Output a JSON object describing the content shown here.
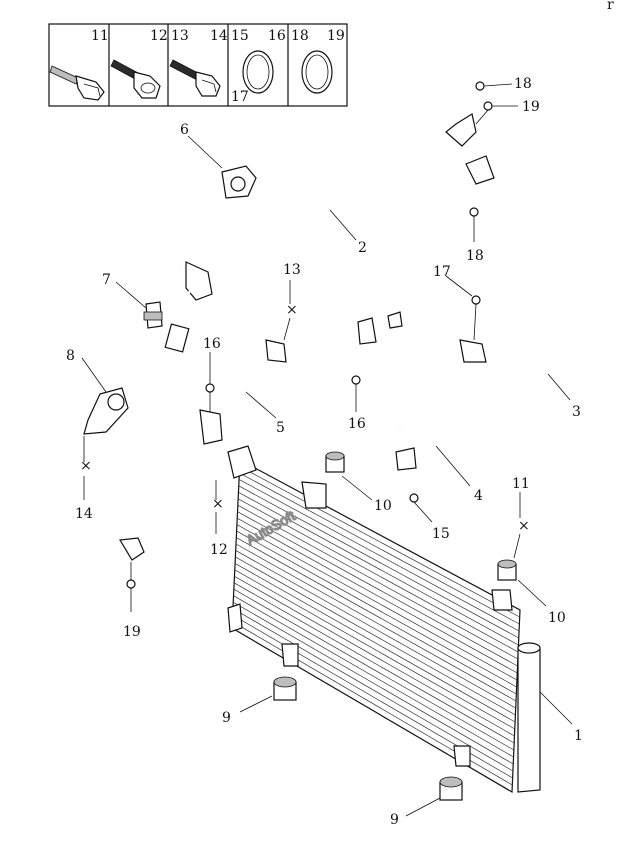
{
  "diagram": {
    "type": "exploded-parts-diagram",
    "watermark": "AutoSoft",
    "corner_mark": "r",
    "legend": [
      {
        "id": "11"
      },
      {
        "id": "12"
      },
      {
        "id": "13"
      },
      {
        "id": "14"
      },
      {
        "id": "15"
      },
      {
        "id": "16"
      },
      {
        "id": "17"
      },
      {
        "id": "18"
      },
      {
        "id": "19"
      }
    ],
    "callouts": [
      {
        "id": "c18a",
        "label": "18"
      },
      {
        "id": "c19a",
        "label": "19"
      },
      {
        "id": "c6",
        "label": "6"
      },
      {
        "id": "c2",
        "label": "2"
      },
      {
        "id": "c18b",
        "label": "18"
      },
      {
        "id": "c13",
        "label": "13"
      },
      {
        "id": "c17",
        "label": "17"
      },
      {
        "id": "c7",
        "label": "7"
      },
      {
        "id": "c8",
        "label": "8"
      },
      {
        "id": "c16a",
        "label": "16"
      },
      {
        "id": "c5",
        "label": "5"
      },
      {
        "id": "c16b",
        "label": "16"
      },
      {
        "id": "c3",
        "label": "3"
      },
      {
        "id": "c14",
        "label": "14"
      },
      {
        "id": "c4",
        "label": "4"
      },
      {
        "id": "c10a",
        "label": "10"
      },
      {
        "id": "c11",
        "label": "11"
      },
      {
        "id": "c15",
        "label": "15"
      },
      {
        "id": "c12",
        "label": "12"
      },
      {
        "id": "c19b",
        "label": "19"
      },
      {
        "id": "c10b",
        "label": "10"
      },
      {
        "id": "c9a",
        "label": "9"
      },
      {
        "id": "c1",
        "label": "1"
      },
      {
        "id": "c9b",
        "label": "9"
      }
    ]
  }
}
